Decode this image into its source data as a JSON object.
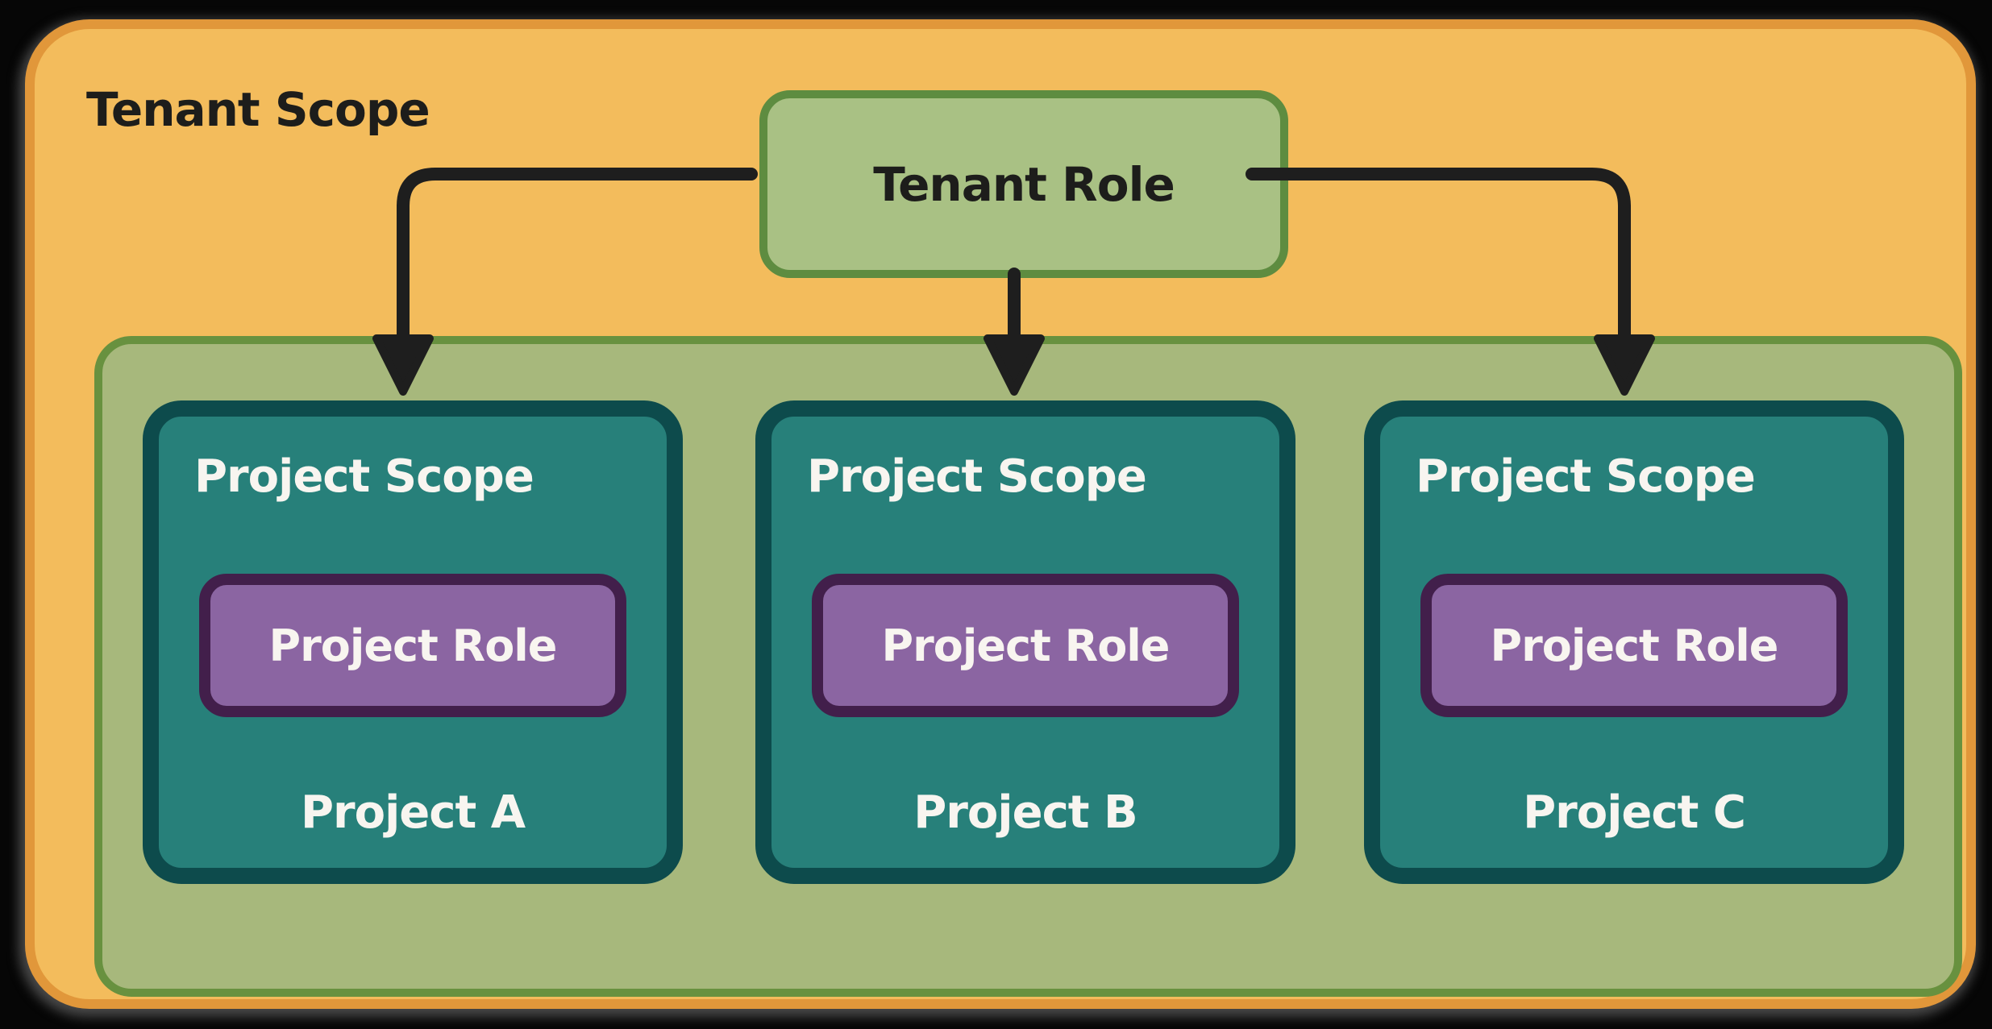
{
  "tenant_scope_label": "Tenant Scope",
  "tenant_role_label": "Tenant Role",
  "projects": [
    {
      "scope_label": "Project Scope",
      "role_label": "Project Role",
      "name": "Project A"
    },
    {
      "scope_label": "Project Scope",
      "role_label": "Project Role",
      "name": "Project B"
    },
    {
      "scope_label": "Project Scope",
      "role_label": "Project Role",
      "name": "Project C"
    }
  ],
  "colors": {
    "page_bg": "#060606",
    "card_fill": "#f3bc5c",
    "card_border": "#e1973a",
    "green_fill": "#a7b87c",
    "green_border": "#68913f",
    "tenant_role_fill": "#a9c184",
    "tenant_role_border": "#5e8c40",
    "teal_fill": "#27807a",
    "teal_border": "#0d4b4c",
    "purple_fill": "#8b65a2",
    "purple_border": "#421f4b",
    "arrow": "#1e1e1e",
    "dark_text": "#1d1d1b",
    "light_text": "#f8f5f0"
  }
}
